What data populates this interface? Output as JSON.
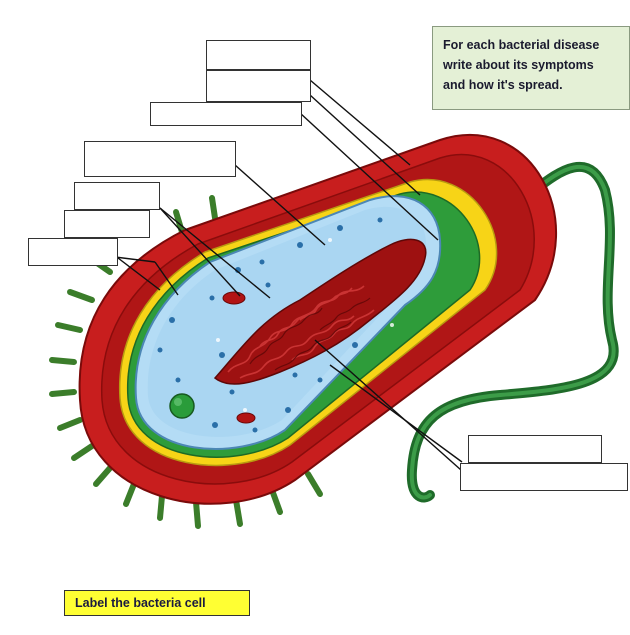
{
  "instructions": {
    "line1": "For each bacterial disease",
    "line2": "write about its symptoms",
    "line3": "and how it's spread."
  },
  "task": {
    "label": "Label the bacteria cell"
  },
  "answer_boxes": [
    "",
    "",
    "",
    "",
    "",
    "",
    "",
    "",
    ""
  ],
  "colors": {
    "cell_wall": "#c81e1e",
    "capsule_outline": "#8a0c0c",
    "yellow_layer": "#f7d417",
    "green_layer": "#2e9c3a",
    "cytoplasm": "#b4dcf5",
    "nucleoid": "#a31212",
    "flagellum": "#1f6b2a",
    "pili": "#3b7d2a",
    "note_background": "#e4f0d6",
    "task_background": "#ffff33"
  }
}
